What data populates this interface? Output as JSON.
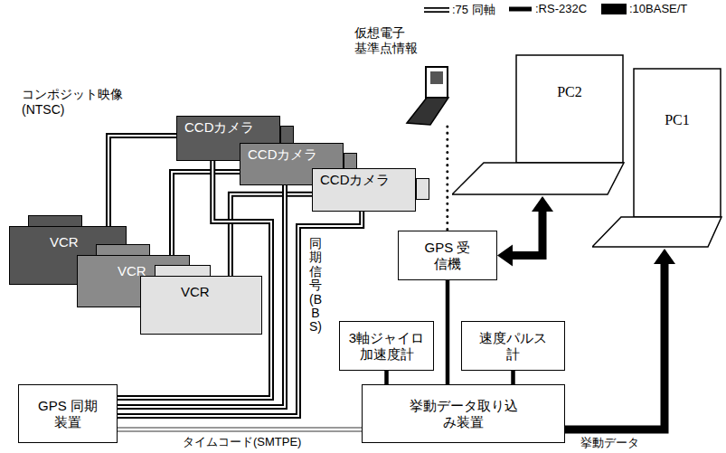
{
  "diagram": {
    "nodes": [
      {
        "text": [
          "仮想電子 基準点情報"
        ]
      },
      {
        "text": [
          "CCDカメラ"
        ]
      },
      {
        "text": [
          "CCDカメラ"
        ]
      },
      {
        "text": [
          "CCDカメラ"
        ]
      },
      {
        "text": [
          "PC2"
        ]
      },
      {
        "text": [
          "PC1"
        ]
      },
      {
        "text": [
          "VCR"
        ]
      },
      {
        "text": [
          "VCR"
        ]
      },
      {
        "text": [
          "VCR"
        ]
      },
      {
        "text": [
          "GPS 受信機"
        ]
      },
      {
        "text": [
          "3軸ジャイロ 加速度計"
        ]
      },
      {
        "text": [
          "速度パルス 計"
        ]
      },
      {
        "text": [
          "GPS 同期装置"
        ]
      },
      {
        "text": [
          "挙動データ取り込 み装置"
        ]
      }
    ],
    "edges": [
      {
        "from": 1,
        "to": 6,
        "arrow": "none"
      },
      {
        "from": 2,
        "to": 7,
        "arrow": "none"
      },
      {
        "from": 3,
        "to": 8,
        "arrow": "none"
      },
      {
        "from": 12,
        "to": 1,
        "arrow": "none"
      },
      {
        "from": 12,
        "to": 2,
        "arrow": "none"
      },
      {
        "from": 12,
        "to": 3,
        "arrow": "none"
      },
      {
        "from": 12,
        "to": 13,
        "label": "タイムコード(SMTPE)",
        "arrow": "none"
      },
      {
        "from": 0,
        "to": 9,
        "arrow": "none"
      },
      {
        "from": 9,
        "to": 4,
        "arrow": "both"
      },
      {
        "from": 9,
        "to": 13,
        "arrow": "none"
      },
      {
        "from": 10,
        "to": 13,
        "arrow": "none"
      },
      {
        "from": 11,
        "to": 13,
        "arrow": "none"
      },
      {
        "from": 13,
        "to": 5,
        "label": "挙動データ",
        "arrow": "to"
      }
    ],
    "labels": [
      "コンポジット映像 (NTSC)",
      "同期信号(BBS)"
    ],
    "legend": [
      {
        "text": ":75 同軸"
      },
      {
        "text": ":RS-232C"
      },
      {
        "text": ":10BASE/T"
      }
    ]
  }
}
